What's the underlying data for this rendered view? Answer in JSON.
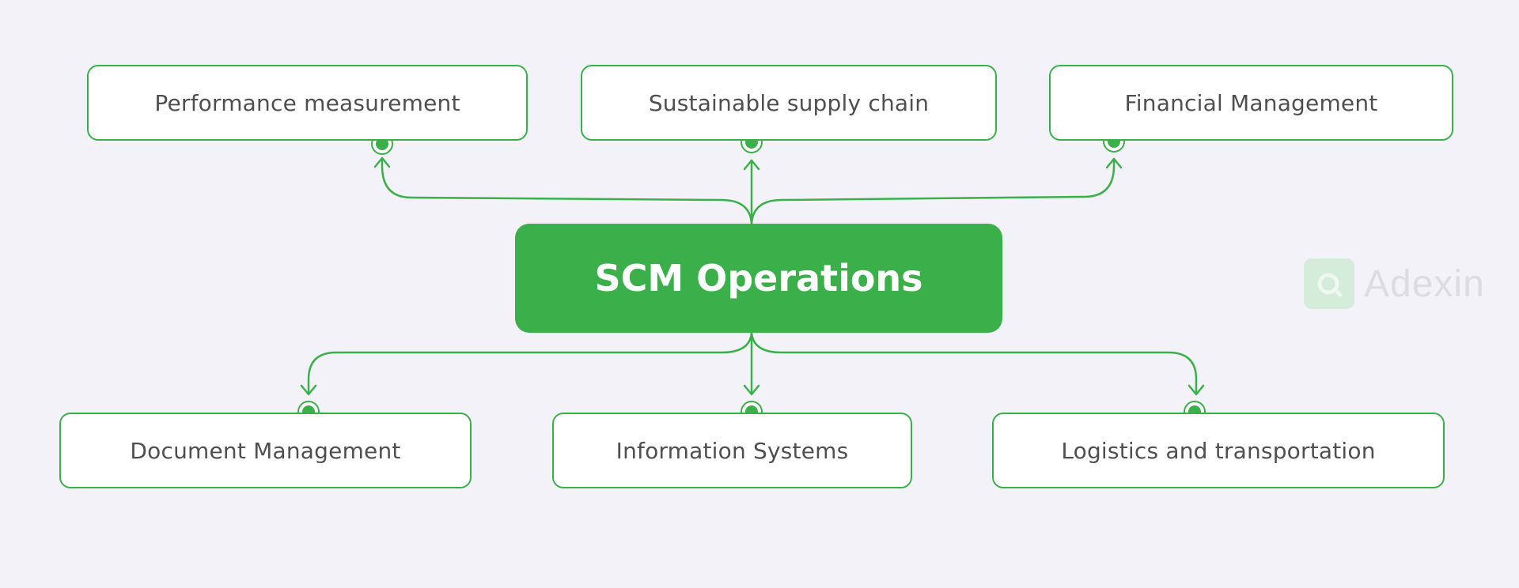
{
  "diagram": {
    "center": {
      "label": "SCM Operations"
    },
    "top_nodes": [
      {
        "label": "Performance measurement"
      },
      {
        "label": "Sustainable supply chain"
      },
      {
        "label": "Financial Management"
      }
    ],
    "bottom_nodes": [
      {
        "label": "Document Management"
      },
      {
        "label": "Information Systems"
      },
      {
        "label": "Logistics and transportation"
      }
    ]
  },
  "watermark": {
    "text": "Adexin",
    "icon": "adexin-logo-icon"
  },
  "colors": {
    "accent": "#3bb04a",
    "background": "#f2f2f8",
    "node_text": "#4f4f4f",
    "watermark": "#dcdce2"
  }
}
